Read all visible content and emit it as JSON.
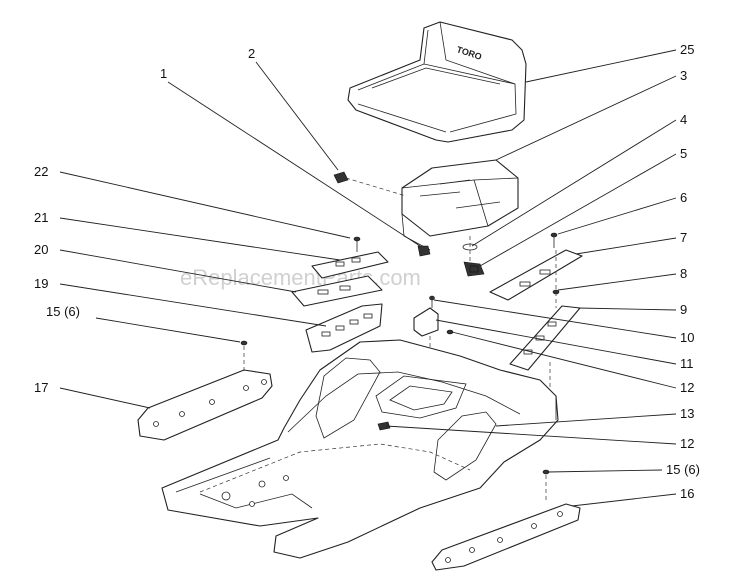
{
  "watermark": "eReplacementParts.com",
  "seat_logo": "TORO",
  "callouts": {
    "c1": "1",
    "c2": "2",
    "c25": "25",
    "c3": "3",
    "c4": "4",
    "c5": "5",
    "c22": "22",
    "c6": "6",
    "c21": "21",
    "c7": "7",
    "c20": "20",
    "c8": "8",
    "c19": "19",
    "c9": "9",
    "c15a": "15 (6)",
    "c10": "10",
    "c11": "11",
    "c12a": "12",
    "c17": "17",
    "c13": "13",
    "c12b": "12",
    "c15b": "15 (6)",
    "c16": "16"
  }
}
